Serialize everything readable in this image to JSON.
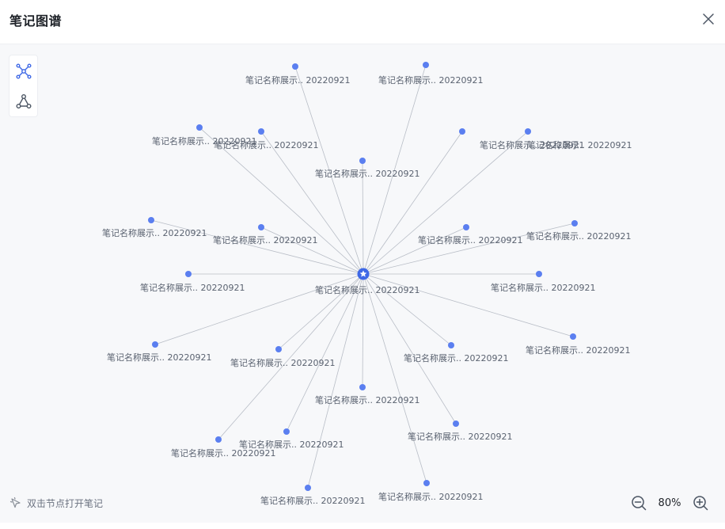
{
  "header": {
    "title": "笔记图谱",
    "close_icon": "close-icon"
  },
  "toolbar": {
    "items": [
      {
        "icon": "radial-layout-icon"
      },
      {
        "icon": "force-layout-icon"
      }
    ]
  },
  "graph": {
    "accent": "#5b7ff0",
    "center": {
      "label": "笔记名称展示.. 20220921",
      "icon": "star-icon"
    },
    "nodes": [
      {
        "label": "笔记名称展示.. 20220921"
      },
      {
        "label": "笔记名称展示.. 20220921"
      },
      {
        "label": "笔记名称展示.. 20220921"
      },
      {
        "label": "笔记名称展示.. 20220921"
      },
      {
        "label": "笔记名称展示.. 20220921"
      },
      {
        "label": "笔记名称展示.. 20220921"
      },
      {
        "label": "笔记名称展示.. 20220921"
      },
      {
        "label": ""
      },
      {
        "label": "笔记名称展示.. 20220921"
      },
      {
        "label": "笔记名称展示.. 20220921"
      },
      {
        "label": "笔记名称展示.. 20220921"
      },
      {
        "label": "笔记名称展示.. 20220921"
      },
      {
        "label": "笔记名称展示.. 20220921"
      },
      {
        "label": "笔记名称展示.. 20220921"
      },
      {
        "label": "笔记名称展示.. 20220921"
      },
      {
        "label": "笔记名称展示.. 20220921"
      },
      {
        "label": "笔记名称展示.. 20220921"
      },
      {
        "label": "笔记名称展示.. 20220921"
      },
      {
        "label": "笔记名称展示.. 20220921"
      },
      {
        "label": "笔记名称展示.. 20220921"
      },
      {
        "label": "笔记名称展示.. 20220921"
      },
      {
        "label": "笔记名称展示.. 20220921"
      },
      {
        "label": "笔记名称展示.. 20220921"
      },
      {
        "label": "笔记名称展示.. 20220921"
      },
      {
        "label": "笔记名称展示.. 20220921"
      }
    ]
  },
  "footer": {
    "hint_icon": "pointer-click-icon",
    "hint": "双击节点打开笔记",
    "zoom_out_icon": "zoom-out-icon",
    "zoom_level": "80%",
    "zoom_in_icon": "zoom-in-icon"
  }
}
